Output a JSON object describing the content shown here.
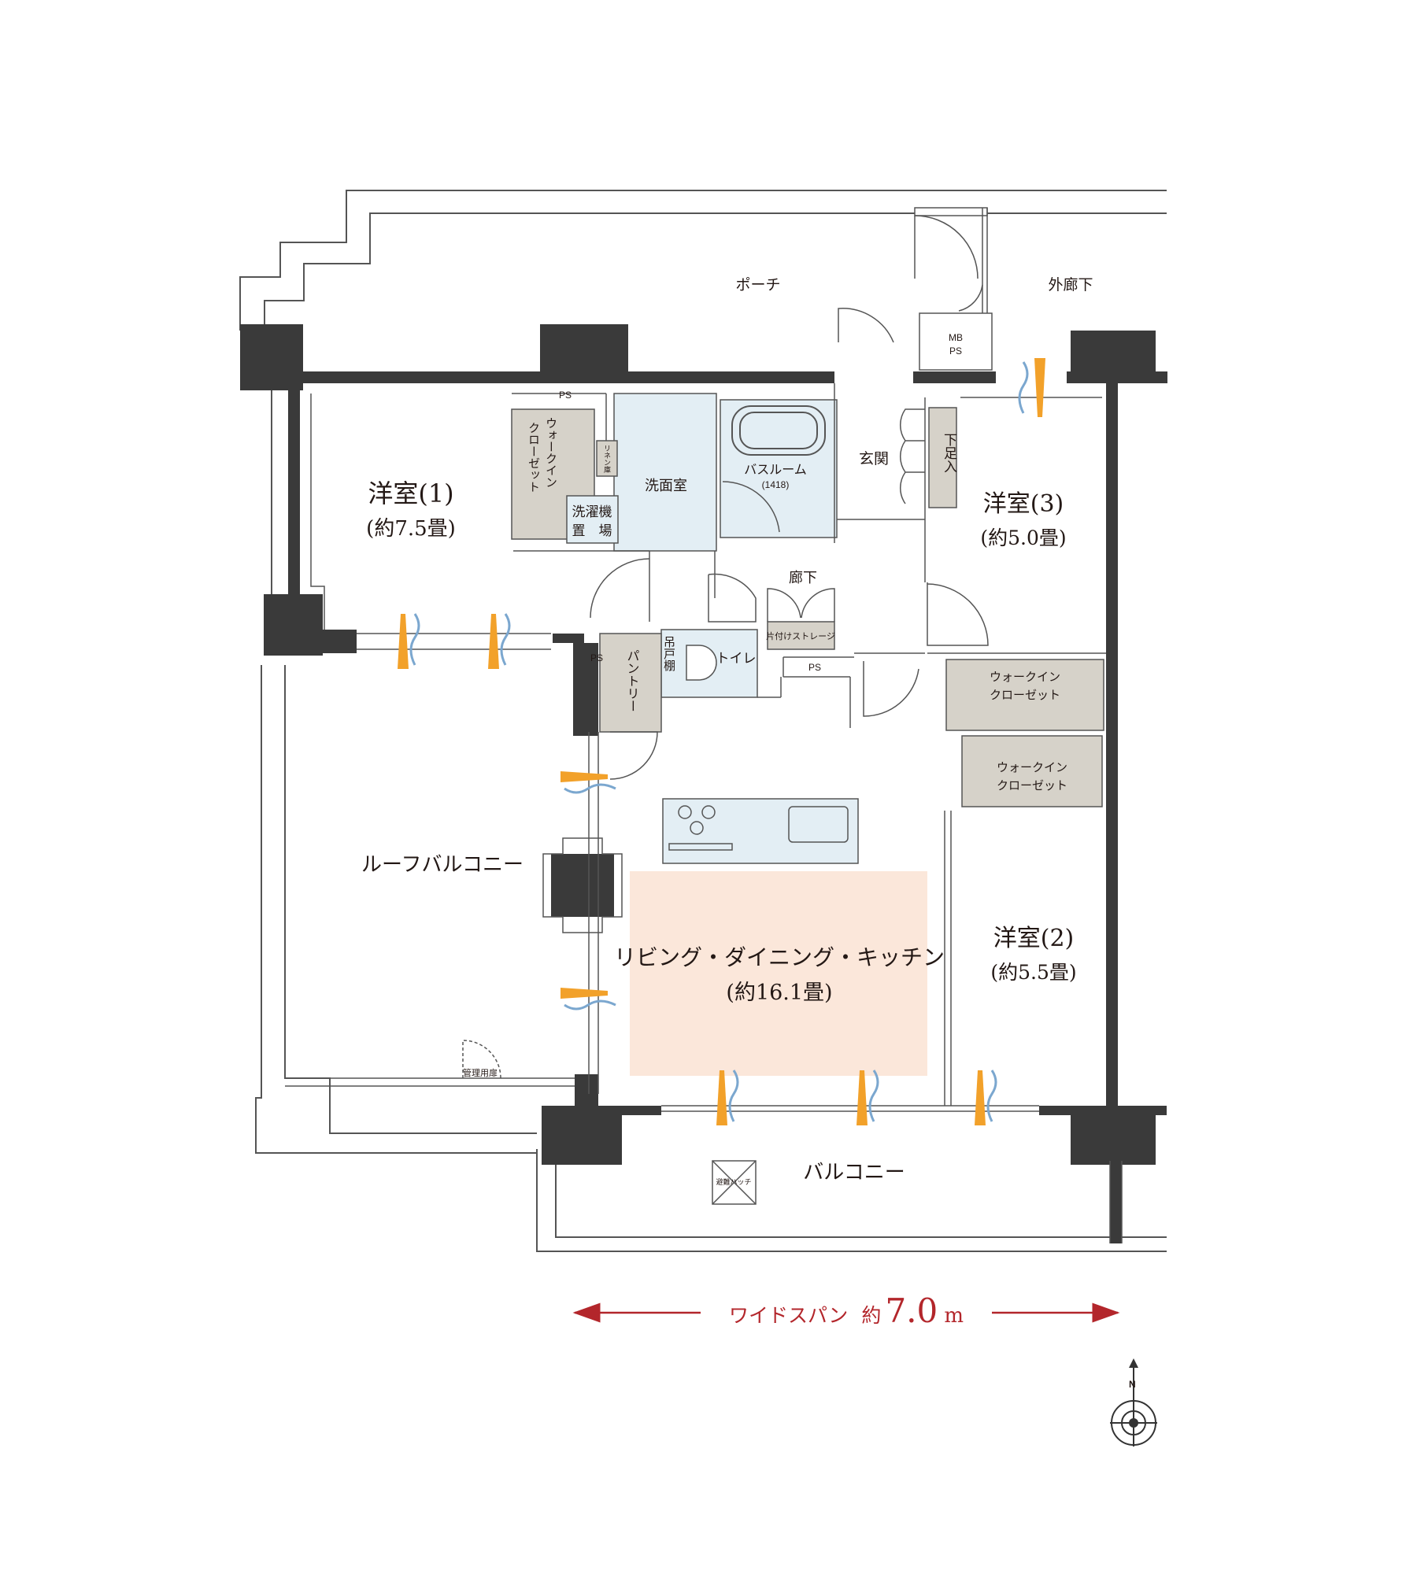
{
  "colors": {
    "wall": "#3a3a3a",
    "living_fill": "#fbe7da",
    "wet_fill": "#e3eef4",
    "closet_fill": "#d6d2c9",
    "accent_red": "#b3262b",
    "vent_orange": "#f2a12a",
    "vent_blue": "#7ba7cf"
  },
  "rooms": {
    "porch": "ポーチ",
    "outer_corridor": "外廊下",
    "mbps_1": "MB",
    "mbps_2": "PS",
    "ps_top": "PS",
    "ps_pantry": "PS",
    "ps_hall": "PS",
    "western1": "洋室(1)",
    "western1_size": "(約7.5畳)",
    "wic1_a": "ウォークイン",
    "wic1_b": "クローゼット",
    "linen": "リネン庫",
    "laundry_a": "洗濯機",
    "laundry_b": "置　場",
    "washroom": "洗面室",
    "bathroom": "バスルーム",
    "bathroom_size": "(1418)",
    "entrance": "玄関",
    "shoe": "下足入",
    "western3": "洋室(3)",
    "western3_size": "(約5.0畳)",
    "hallway": "廊下",
    "storage": "片付けストレージ",
    "toilet": "トイレ",
    "hanging_shelf": "吊戸棚",
    "pantry": "パントリー",
    "wic2_a": "ウォークイン",
    "wic2_b": "クローゼット",
    "wic3_a": "ウォークイン",
    "wic3_b": "クローゼット",
    "roof_balcony": "ルーフバルコニー",
    "ldk": "リビング・ダイニング・キッチン",
    "ldk_size": "(約16.1畳)",
    "western2": "洋室(2)",
    "western2_size": "(約5.5畳)",
    "mgmt_door": "管理用扉",
    "hatch": "避難ハッチ",
    "balcony": "バルコニー"
  },
  "span": {
    "label": "ワイドスパン",
    "prefix": "約",
    "value": "7.0",
    "unit": "m"
  },
  "compass": {
    "north": "N"
  }
}
